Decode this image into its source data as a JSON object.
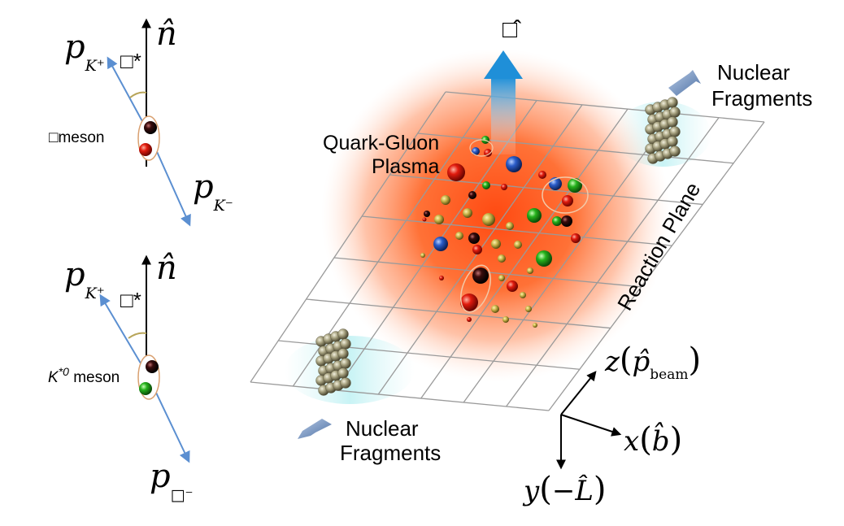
{
  "colors": {
    "plasma_core": "#ff5a1f",
    "plasma_edge": "#ffd9c6",
    "grid_line": "#9a9a9a",
    "momentum_arrow": "#5b8fd1",
    "normal_arrow_top": "#1f8fd8",
    "normal_arrow_bottom": "#dff2fb",
    "fragment_arrow": "#6d8fbf",
    "quark_red": "#e11b0e",
    "quark_green": "#25b21c",
    "quark_blue": "#2c5dc9",
    "quark_dark": "#2a0d0d",
    "quark_yellow": "#c9b54a",
    "nucleon": "#b4b08c"
  },
  "left_top": {
    "normal_label": "n̂",
    "kplus_base": "p",
    "kplus_sub": "K⁺",
    "theta_label": "□*",
    "meson_label": "□meson",
    "kminus_base": "p",
    "kminus_sub": "K⁻"
  },
  "left_bottom": {
    "normal_label": "n̂",
    "kplus_base": "p",
    "kplus_sub": "K⁺",
    "theta_label": "□*",
    "meson_name": "K",
    "meson_sup": "*0",
    "meson_word": "meson",
    "pion_base": "p",
    "pion_sub": "□⁻"
  },
  "main": {
    "normal_label": "□̂",
    "qgp_line1": "Quark-Gluon",
    "qgp_line2": "Plasma",
    "reaction_plane": "Reaction Plane",
    "frag_top_line1": "Nuclear",
    "frag_top_line2": "Fragments",
    "frag_bottom_line1": "Nuclear",
    "frag_bottom_line2": "Fragments"
  },
  "axes": {
    "z_label": "z",
    "z_arg": "p̂",
    "z_sub": "beam",
    "x_label": "x",
    "x_arg": "b̂",
    "y_label": "y",
    "y_arg": "−L̂"
  }
}
